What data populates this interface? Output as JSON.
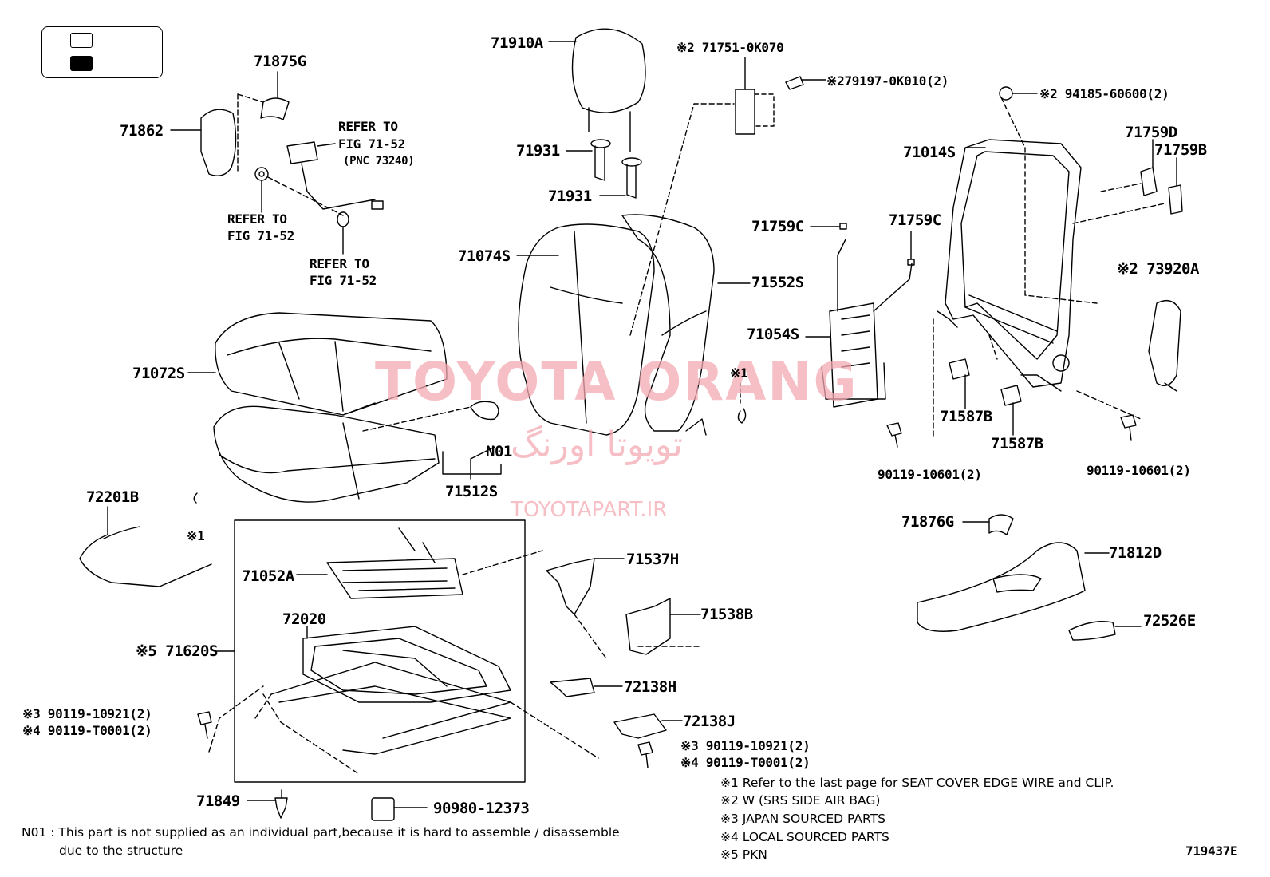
{
  "watermark": {
    "main": "TOYOTA ORANG",
    "persian": "تویوتا اورنگ",
    "site": "TOYOTAPART.IR"
  },
  "parts": {
    "p71910A": "71910A",
    "p71875G": "71875G",
    "p71862": "71862",
    "p71931a": "71931",
    "p71931b": "71931",
    "p71751": "※2 71751-0K070",
    "p79197": "※279197-0K010(2)",
    "p94185": "※2 94185-60600(2)",
    "p71759D": "71759D",
    "p71759B": "71759B",
    "p71014S": "71014S",
    "p71759Ca": "71759C",
    "p71759Cb": "71759C",
    "p71074S": "71074S",
    "p71552S": "71552S",
    "p73920A": "※2 73920A",
    "p71054S": "71054S",
    "p71072S": "71072S",
    "pNote1": "※1",
    "pN01": "N01",
    "p71512S": "71512S",
    "p71587Ba": "71587B",
    "p71587Bb": "71587B",
    "p90119L": "90119-10601(2)",
    "p90119R": "90119-10601(2)",
    "p72201B": "72201B",
    "pNote1b": "※1",
    "p71876G": "71876G",
    "p71812D": "71812D",
    "p71537H": "71537H",
    "p71052A": "71052A",
    "p72020": "72020",
    "p71538B": "71538B",
    "p71620S": "※5 71620S",
    "p72526E": "72526E",
    "p72138H": "72138H",
    "p90119_3L": "※3 90119-10921(2)",
    "p90119_4L": "※4 90119-T0001(2)",
    "p72138J": "72138J",
    "p90119_3R": "※3 90119-10921(2)",
    "p90119_4R": "※4 90119-T0001(2)",
    "p71849": "71849",
    "p90980": "90980-12373",
    "p719437E": "719437E"
  },
  "refers": {
    "r1a": "REFER TO",
    "r1b": "FIG 71-52",
    "r1c": "(PNC 73240)",
    "r2a": "REFER TO",
    "r2b": "FIG 71-52",
    "r3a": "REFER TO",
    "r3b": "FIG 71-52"
  },
  "notes": {
    "n1": "※1   Refer to the last page for SEAT COVER EDGE WIRE and CLIP.",
    "n2": "※2   W (SRS SIDE AIR BAG)",
    "n3": "※3   JAPAN SOURCED PARTS",
    "n4": "※4   LOCAL SOURCED PARTS",
    "n5": "※5   PKN",
    "n01a": "N01 : This part is not supplied as an individual part,because it is hard to assemble / disassemble",
    "n01b": "due to the structure"
  }
}
